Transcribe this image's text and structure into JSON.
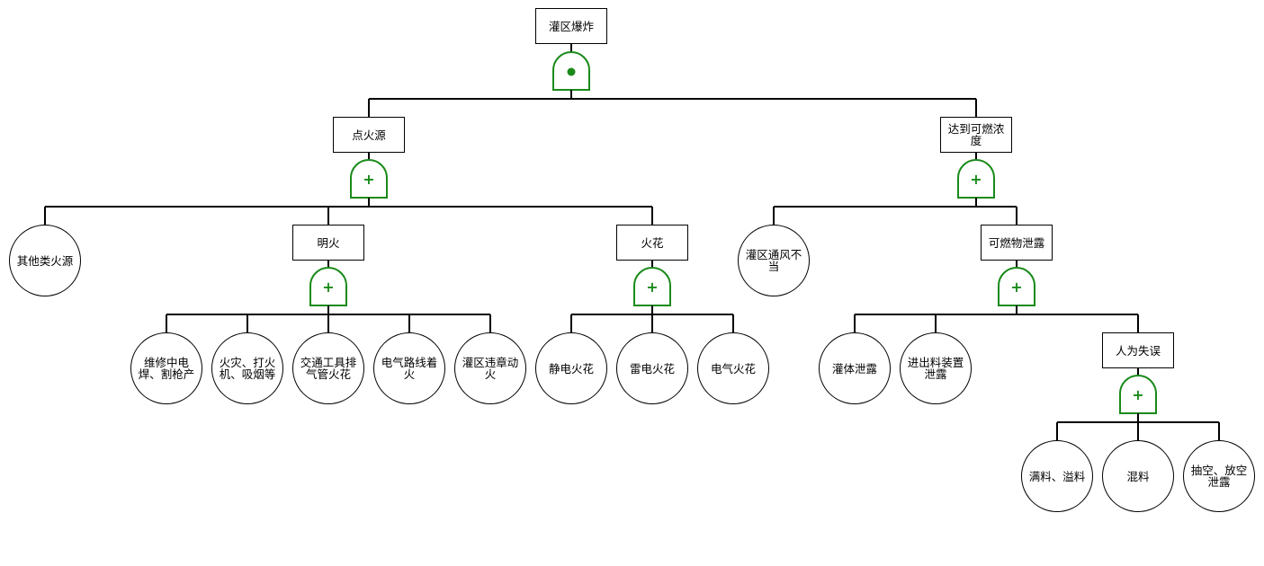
{
  "diagram": {
    "type": "fault-tree",
    "gate_color": "#1a8a1a",
    "line_color": "#000000"
  },
  "nodes": {
    "top": "灌区爆炸",
    "ignition": "点火源",
    "combustible": "达到可燃浓度",
    "other_ignition": "其他类火源",
    "open_flame": "明火",
    "spark": "火花",
    "poor_ventilation": "灌区通风不当",
    "leak": "可燃物泄露",
    "welding": "维修中电焊、割枪产",
    "fire_smoking": "火灾、打火机、吸烟等",
    "vehicle": "交通工具排气管火花",
    "circuit": "电气路线着火",
    "violation": "灌区违章动火",
    "static": "静电火花",
    "lightning": "雷电火花",
    "electric": "电气火花",
    "tank_leak": "灌体泄露",
    "inout_leak": "进出料装置泄露",
    "human_error": "人为失误",
    "overflow": "满料、溢料",
    "mixing": "混料",
    "vent_leak": "抽空、放空泄露"
  },
  "gates": {
    "g_top": "and",
    "g_ignition": "or",
    "g_combustible": "or",
    "g_flame": "or",
    "g_spark": "or",
    "g_leak": "or",
    "g_human": "or"
  },
  "gate_symbols": {
    "or": "+",
    "and": "•"
  }
}
